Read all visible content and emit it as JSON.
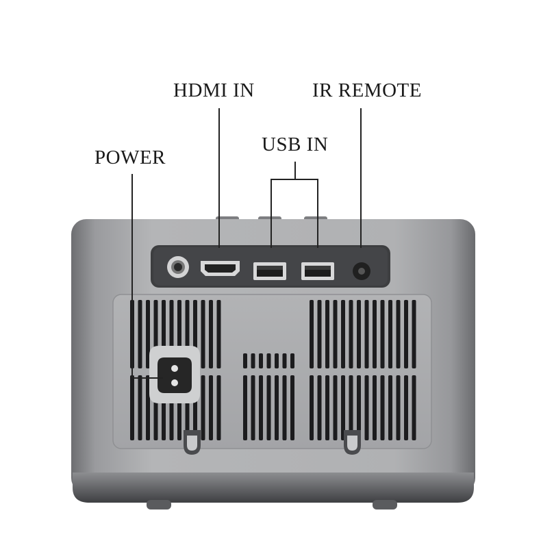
{
  "labels": {
    "hdmi": "HDMI IN",
    "ir_remote": "IR REMOTE",
    "usb": "USB IN",
    "power": "POWER"
  },
  "colors": {
    "body_light": "#a9aaac",
    "body_dark": "#6d6e71",
    "port_panel": "#3d3e40",
    "vent_slot": "#1c1c1e",
    "feet": "#5a5b5e",
    "callout_line": "#222222"
  },
  "ports": [
    "audio-jack",
    "hdmi-port",
    "usb-port",
    "usb-port",
    "ir-receiver"
  ]
}
